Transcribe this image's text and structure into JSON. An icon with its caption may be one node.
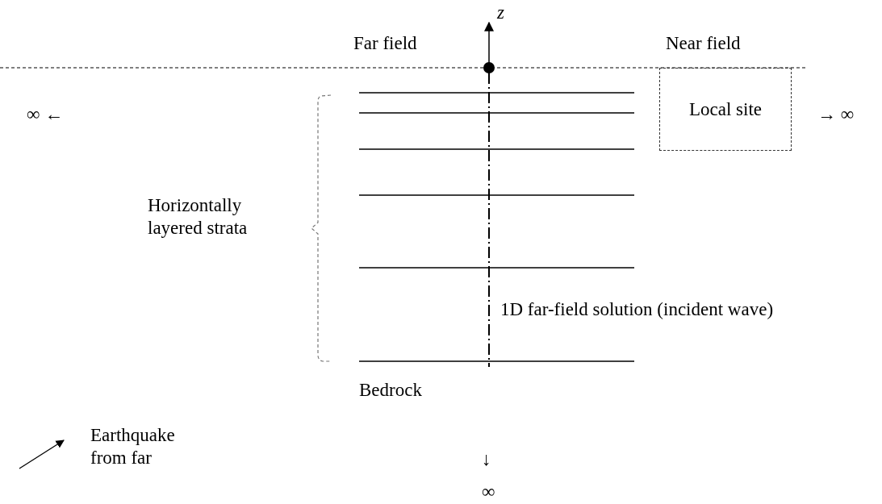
{
  "diagram": {
    "nodes": [
      {
        "text": [
          "Local site"
        ]
      }
    ],
    "labels": [
      "z",
      "Far field",
      "Near field",
      "∞ ←",
      "→ ∞",
      "Horizontally layered strata",
      "1D far-field solution (incident wave)",
      "Bedrock",
      "Earthquake from far",
      "↓",
      "∞"
    ]
  }
}
